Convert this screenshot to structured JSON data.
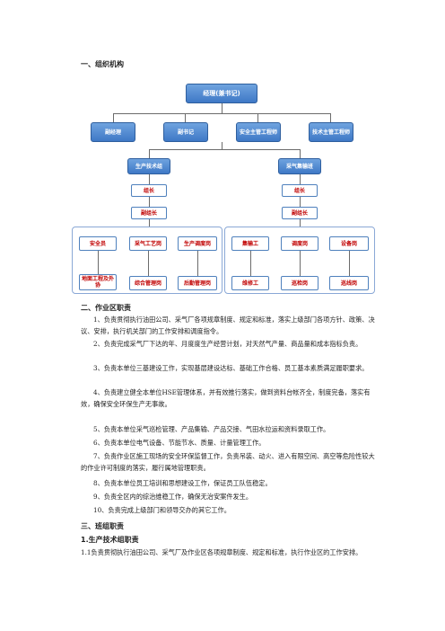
{
  "section1": {
    "title": "一、组织机构"
  },
  "org": {
    "top": "经理(兼书记)",
    "level2": [
      "副经理",
      "副书记",
      "安全主管工程师",
      "技术主管工程师"
    ],
    "left_team": {
      "name": "生产技术组",
      "lead": "组长",
      "deputy": "副组长",
      "roles": [
        "安全员",
        "采气工艺岗",
        "生产调度岗",
        "地面工程及外协",
        "综合管理岗",
        "后勤管理岗"
      ]
    },
    "right_team": {
      "name": "采气集输班",
      "lead": "组长",
      "deputy": "副组长",
      "roles": [
        "集输工",
        "调度岗",
        "设备岗",
        "维修工",
        "巡检岗",
        "巡线岗"
      ]
    }
  },
  "section2": {
    "title": "二、作业区职责",
    "items": [
      "1、负责贯彻执行油田公司、采气厂各项规章制度、规定和标准，落实上级部门各项方针、政策、决议、安排，执行机关部门的工作安排和调度指令。",
      "2、负责完成采气厂下达的年、月度度生产经营计划，对天然气产量、商品量和成本指标负责。",
      "3、负责本单位三基建设工作，实现基层建设达标、基础工作合格、员工基本素质满足履职要求。",
      "4、负责建立健全本单位HSE管理体系，并有效推行落实，做到资料台帐齐全，制度完备，落实有效，确保安全环保生产无事故。",
      "5、负责本单位采气巡检管理、产品集输、产品交接、气田水拉运和资料录取工作。",
      "6、负责本单位电气设备、节能节水、质量、计量管理工作。",
      "7、负责作业区施工现场的安全环保监督工作，负责吊装、动火、进入有限空间、高空等危险性较大的作业许可制度的落实，履行属地管理职责。",
      "8、负责本单位员工培训和思想建设工作，保证员工队伍稳定。",
      "9、负责全区内的综治维稳工作，确保无治安案件发生。",
      "10、负责完成上级部门和领导交办的其它工作。"
    ]
  },
  "section3": {
    "title": "三、班组职责",
    "sub_title": "1.生产技术组职责",
    "items": [
      "1.1负责贯彻执行油田公司、采气厂及作业区各项规章制度、规定和标准，执行作业区的工作安排。"
    ]
  }
}
